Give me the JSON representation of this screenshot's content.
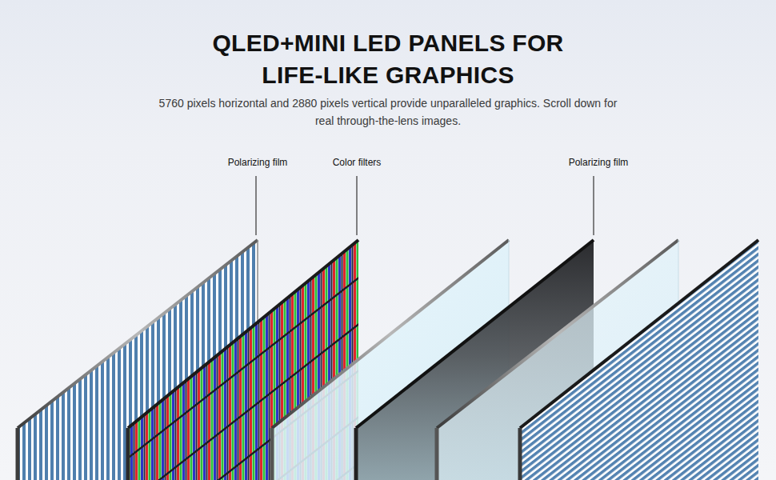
{
  "diagram": {
    "title": "QLED+MINI LED PANELS FOR LIFE-LIKE GRAPHICS",
    "caption": "5760 pixels horizontal and 2880 pixels vertical provide unparalleled graphics. Scroll down for real through-the-lens images.",
    "labels": [
      "Polarizing film",
      "Color filters",
      "Polarizing film"
    ]
  }
}
